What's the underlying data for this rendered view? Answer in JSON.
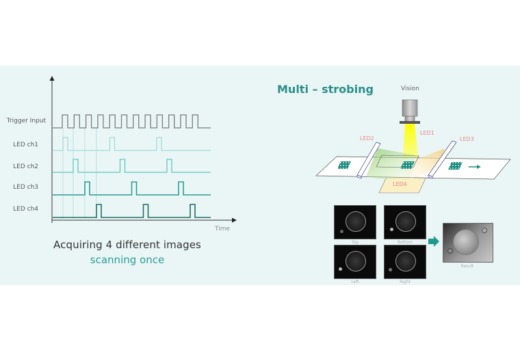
{
  "timing_diagram": {
    "signals": [
      {
        "label": "Trigger Input",
        "color": "#7a7a7a"
      },
      {
        "label": "LED ch1",
        "color": "#9fdcd8"
      },
      {
        "label": "LED ch2",
        "color": "#5ec7c0"
      },
      {
        "label": "LED ch3",
        "color": "#2c9c93"
      },
      {
        "label": "LED ch4",
        "color": "#1f6f68"
      }
    ],
    "trigger_pulse_count": 12,
    "led_pulse_count_per_channel": 3,
    "x_axis_label": "Time"
  },
  "caption": {
    "line1": "Acquiring 4 different images",
    "line2": "scanning once"
  },
  "multi_strobing": {
    "title": "Multi – strobing",
    "camera_label": "Vision",
    "led_labels": {
      "led1": "LED1",
      "led2": "LED2",
      "led3": "LED3",
      "led4": "LED4"
    },
    "images": [
      {
        "label": "Top"
      },
      {
        "label": "Bottom"
      },
      {
        "label": "Left"
      },
      {
        "label": "Right"
      }
    ],
    "result_label": "Result"
  },
  "colors": {
    "panel_bg": "#eaf6f6",
    "accent": "#2a9d96",
    "led_label": "#e88585"
  }
}
